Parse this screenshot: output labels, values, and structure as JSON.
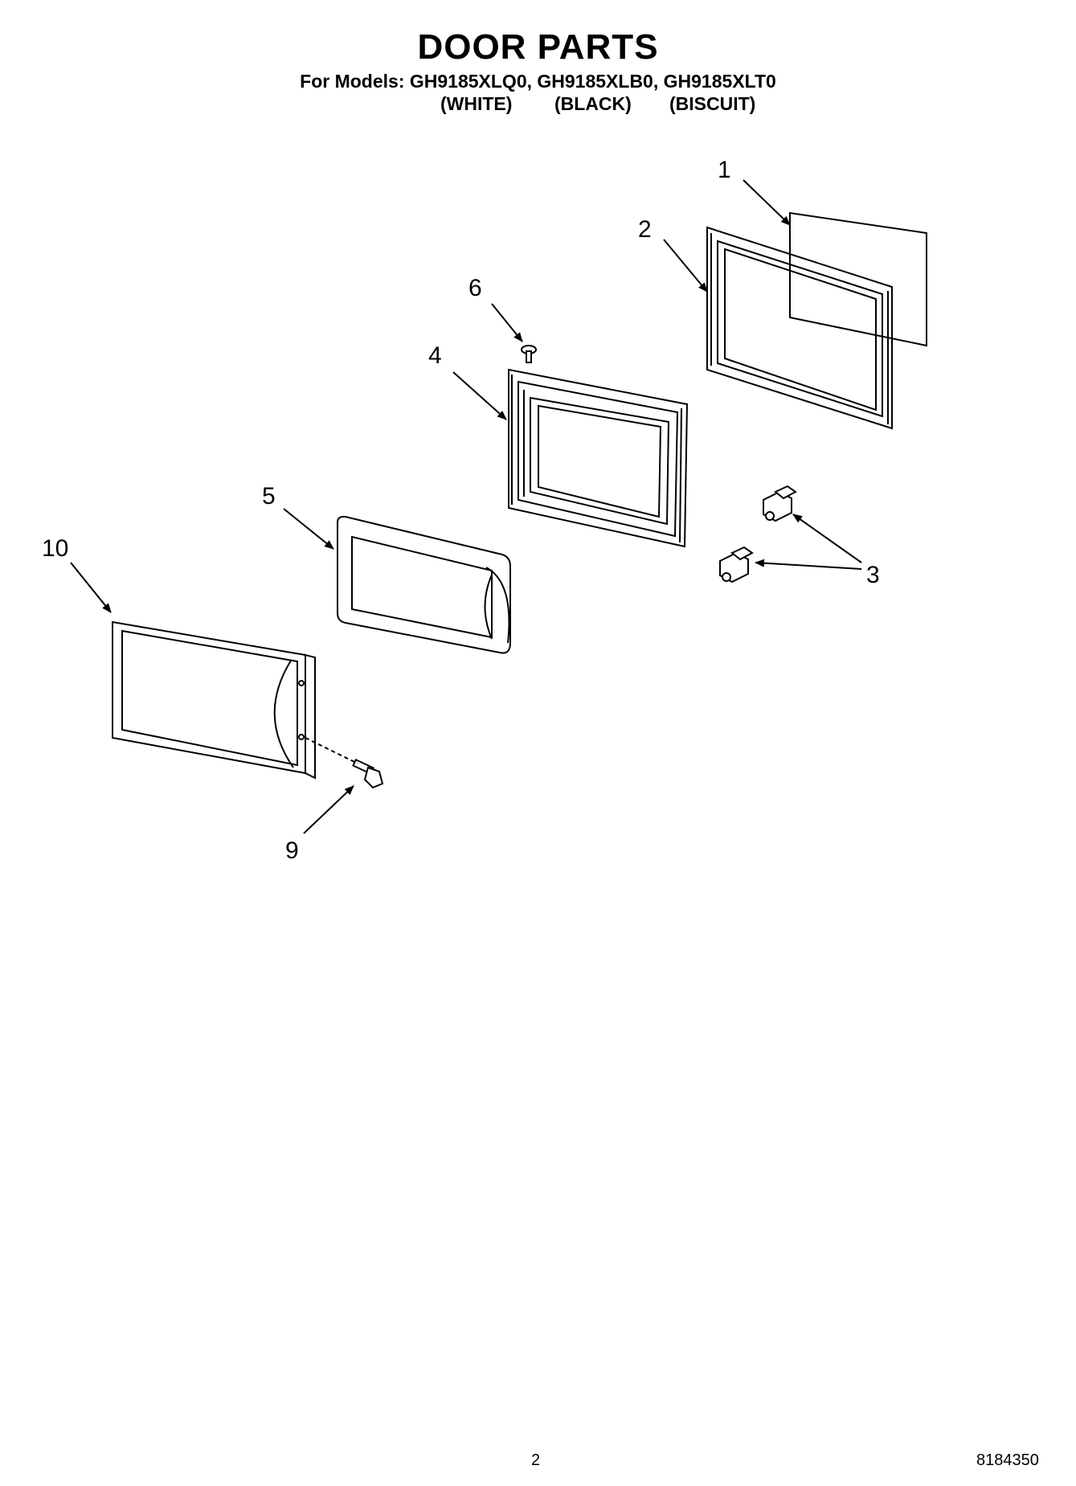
{
  "header": {
    "title": "DOOR PARTS",
    "models_line": "For Models: GH9185XLQ0, GH9185XLB0, GH9185XLT0",
    "colors": [
      "(WHITE)",
      "(BLACK)",
      "(BISCUIT)"
    ]
  },
  "callouts": {
    "c1": "1",
    "c2": "2",
    "c3": "3",
    "c4": "4",
    "c5": "5",
    "c6": "6",
    "c9": "9",
    "c10": "10"
  },
  "footer": {
    "page_number": "2",
    "doc_number": "8184350"
  }
}
